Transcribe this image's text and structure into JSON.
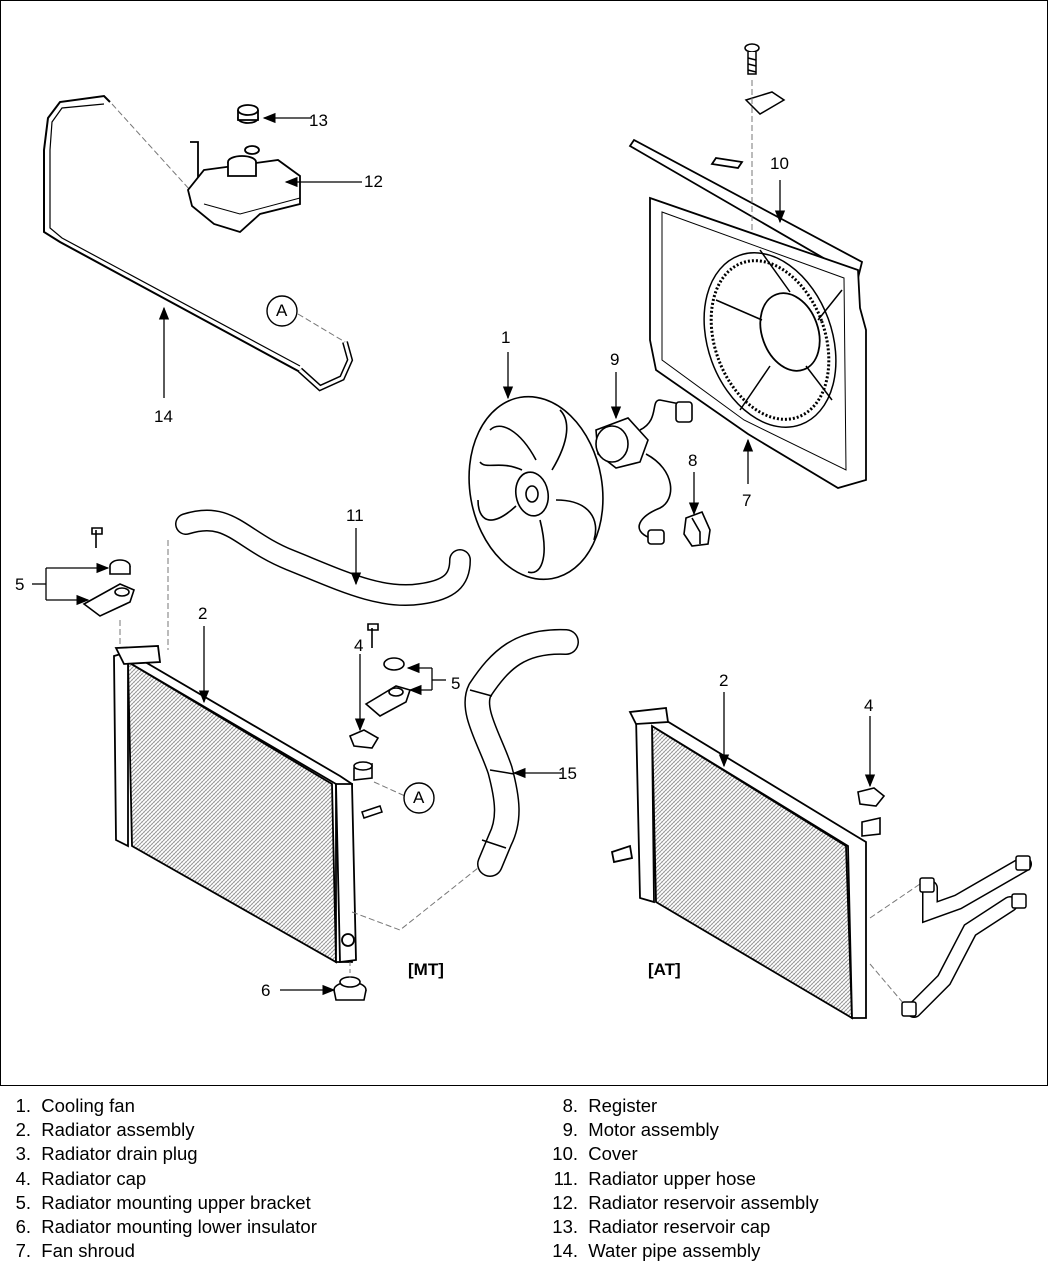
{
  "callouts": {
    "c1": "1",
    "c2a": "2",
    "c2b": "2",
    "c4a": "4",
    "c4b": "4",
    "c5a": "5",
    "c5b": "5",
    "c6": "6",
    "c7": "7",
    "c8": "8",
    "c9": "9",
    "c10": "10",
    "c11": "11",
    "c12": "12",
    "c13": "13",
    "c14": "14",
    "c15": "15",
    "connA1": "A",
    "connA2": "A"
  },
  "variants": {
    "mt": "[MT]",
    "at": "[AT]"
  },
  "legend": {
    "left": [
      {
        "num": "1.",
        "label": "Cooling fan"
      },
      {
        "num": "2.",
        "label": "Radiator assembly"
      },
      {
        "num": "3.",
        "label": "Radiator drain plug"
      },
      {
        "num": "4.",
        "label": "Radiator cap"
      },
      {
        "num": "5.",
        "label": "Radiator mounting upper bracket"
      },
      {
        "num": "6.",
        "label": "Radiator mounting lower insulator"
      },
      {
        "num": "7.",
        "label": "Fan shroud"
      }
    ],
    "right": [
      {
        "num": "8.",
        "label": "Register"
      },
      {
        "num": "9.",
        "label": "Motor assembly"
      },
      {
        "num": "10.",
        "label": "Cover"
      },
      {
        "num": "11.",
        "label": "Radiator upper hose"
      },
      {
        "num": "12.",
        "label": "Radiator reservoir assembly"
      },
      {
        "num": "13.",
        "label": "Radiator reservoir cap"
      },
      {
        "num": "14.",
        "label": "Water pipe assembly"
      }
    ]
  },
  "colors": {
    "line": "#000000",
    "mesh": "#9a9a9a",
    "mesh_dark": "#6e6e6e",
    "background": "#ffffff"
  }
}
